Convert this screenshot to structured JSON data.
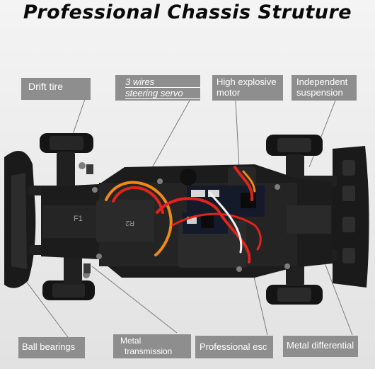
{
  "title": "Professional Chassis Struture",
  "labels": {
    "drift_tire": "Drift tire",
    "steering_servo_line1": "3 wires",
    "steering_servo_line2": "steering servo",
    "motor_line1": "High explosive",
    "motor_line2": "motor",
    "suspension_line1": "Independent",
    "suspension_line2": "suspension",
    "ball_bearings": "Ball bearings",
    "transmission_line1": "Metal",
    "transmission_line2": "transmission",
    "esc": "Professional esc",
    "differential": "Metal differential"
  },
  "servo_marks": {
    "left": "F1",
    "right": "R2"
  },
  "colors": {
    "label_bg": "#8e8e8e",
    "label_text": "#ffffff",
    "chassis": "#1c1c1c",
    "wire_red": "#e0241b",
    "wire_orange": "#f08a16",
    "board_dark": "#151a2a"
  }
}
